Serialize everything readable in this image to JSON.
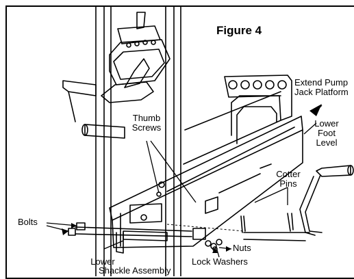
{
  "figure": {
    "title": "Figure 4",
    "labels": {
      "extend_line1": "Extend Pump",
      "extend_line2": "Jack Platform",
      "lower_foot_line1": "Lower",
      "lower_foot_line2": "Foot",
      "lower_foot_line3": "Level",
      "thumb_line1": "Thumb",
      "thumb_line2": "Screws",
      "cotter_line1": "Cotter",
      "cotter_line2": "Pins",
      "bolts": "Bolts",
      "nuts": "Nuts",
      "lock_washers": "Lock Washers",
      "lower_shackle_line1": "Lower",
      "lower_shackle_line2": "Shackle Assembly"
    }
  }
}
